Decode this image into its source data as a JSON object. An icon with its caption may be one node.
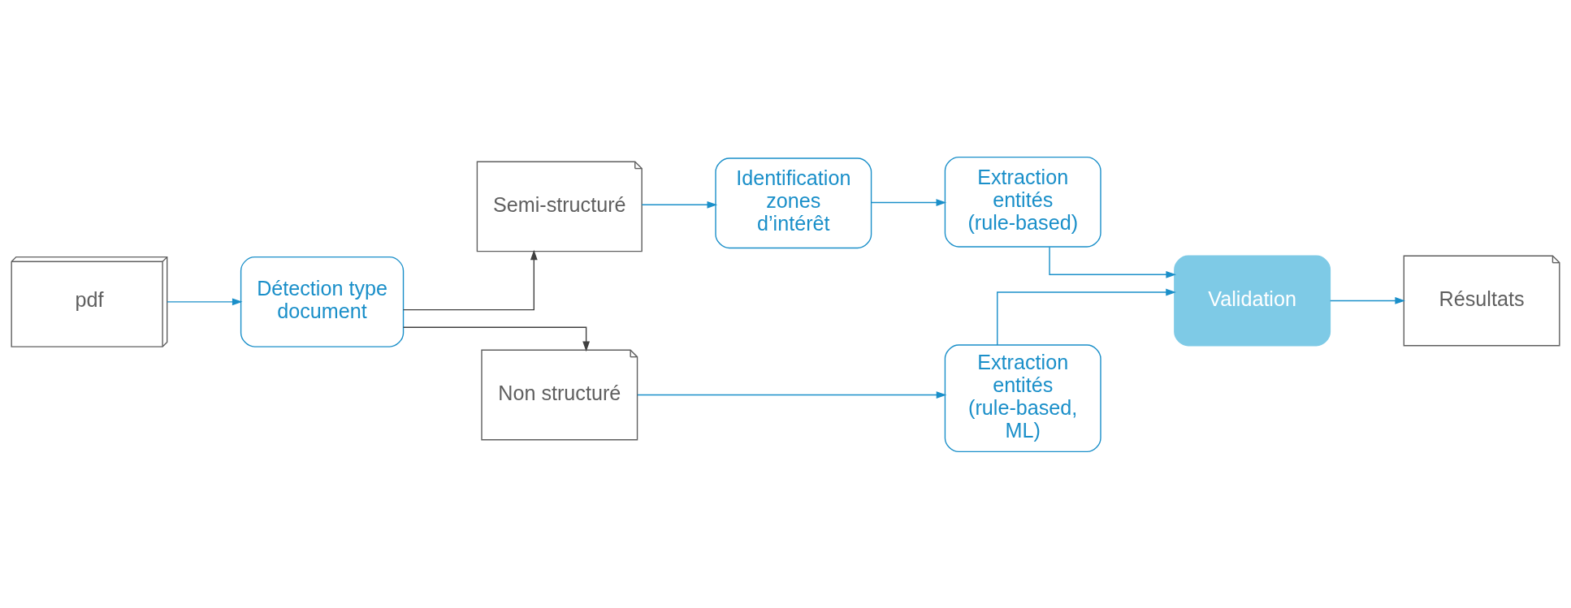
{
  "diagram": {
    "nodes": [
      {
        "text": [
          "pdf"
        ]
      },
      {
        "text": [
          "Détection type document"
        ]
      },
      {
        "text": [
          "Semi-structuré"
        ]
      },
      {
        "text": [
          "Non structuré"
        ]
      },
      {
        "text": [
          "Identification zones d’intérêt"
        ]
      },
      {
        "text": [
          "Extraction entités (rule-based)"
        ]
      },
      {
        "text": [
          "Extraction entités (rule-based, ML)"
        ]
      },
      {
        "text": [
          "Validation"
        ]
      },
      {
        "text": [
          "Résultats"
        ]
      }
    ],
    "edges": [
      {
        "from": 0,
        "to": 1,
        "arrow": "to"
      },
      {
        "from": 1,
        "to": 2,
        "arrow": "to",
        "color": "#404040"
      },
      {
        "from": 1,
        "to": 3,
        "arrow": "to",
        "color": "#404040"
      },
      {
        "from": 2,
        "to": 4,
        "arrow": "to"
      },
      {
        "from": 4,
        "to": 5,
        "arrow": "to"
      },
      {
        "from": 3,
        "to": 6,
        "arrow": "to"
      },
      {
        "from": 5,
        "to": 7,
        "arrow": "to"
      },
      {
        "from": 6,
        "to": 7,
        "arrow": "to"
      },
      {
        "from": 7,
        "to": 8,
        "arrow": "to"
      }
    ]
  }
}
